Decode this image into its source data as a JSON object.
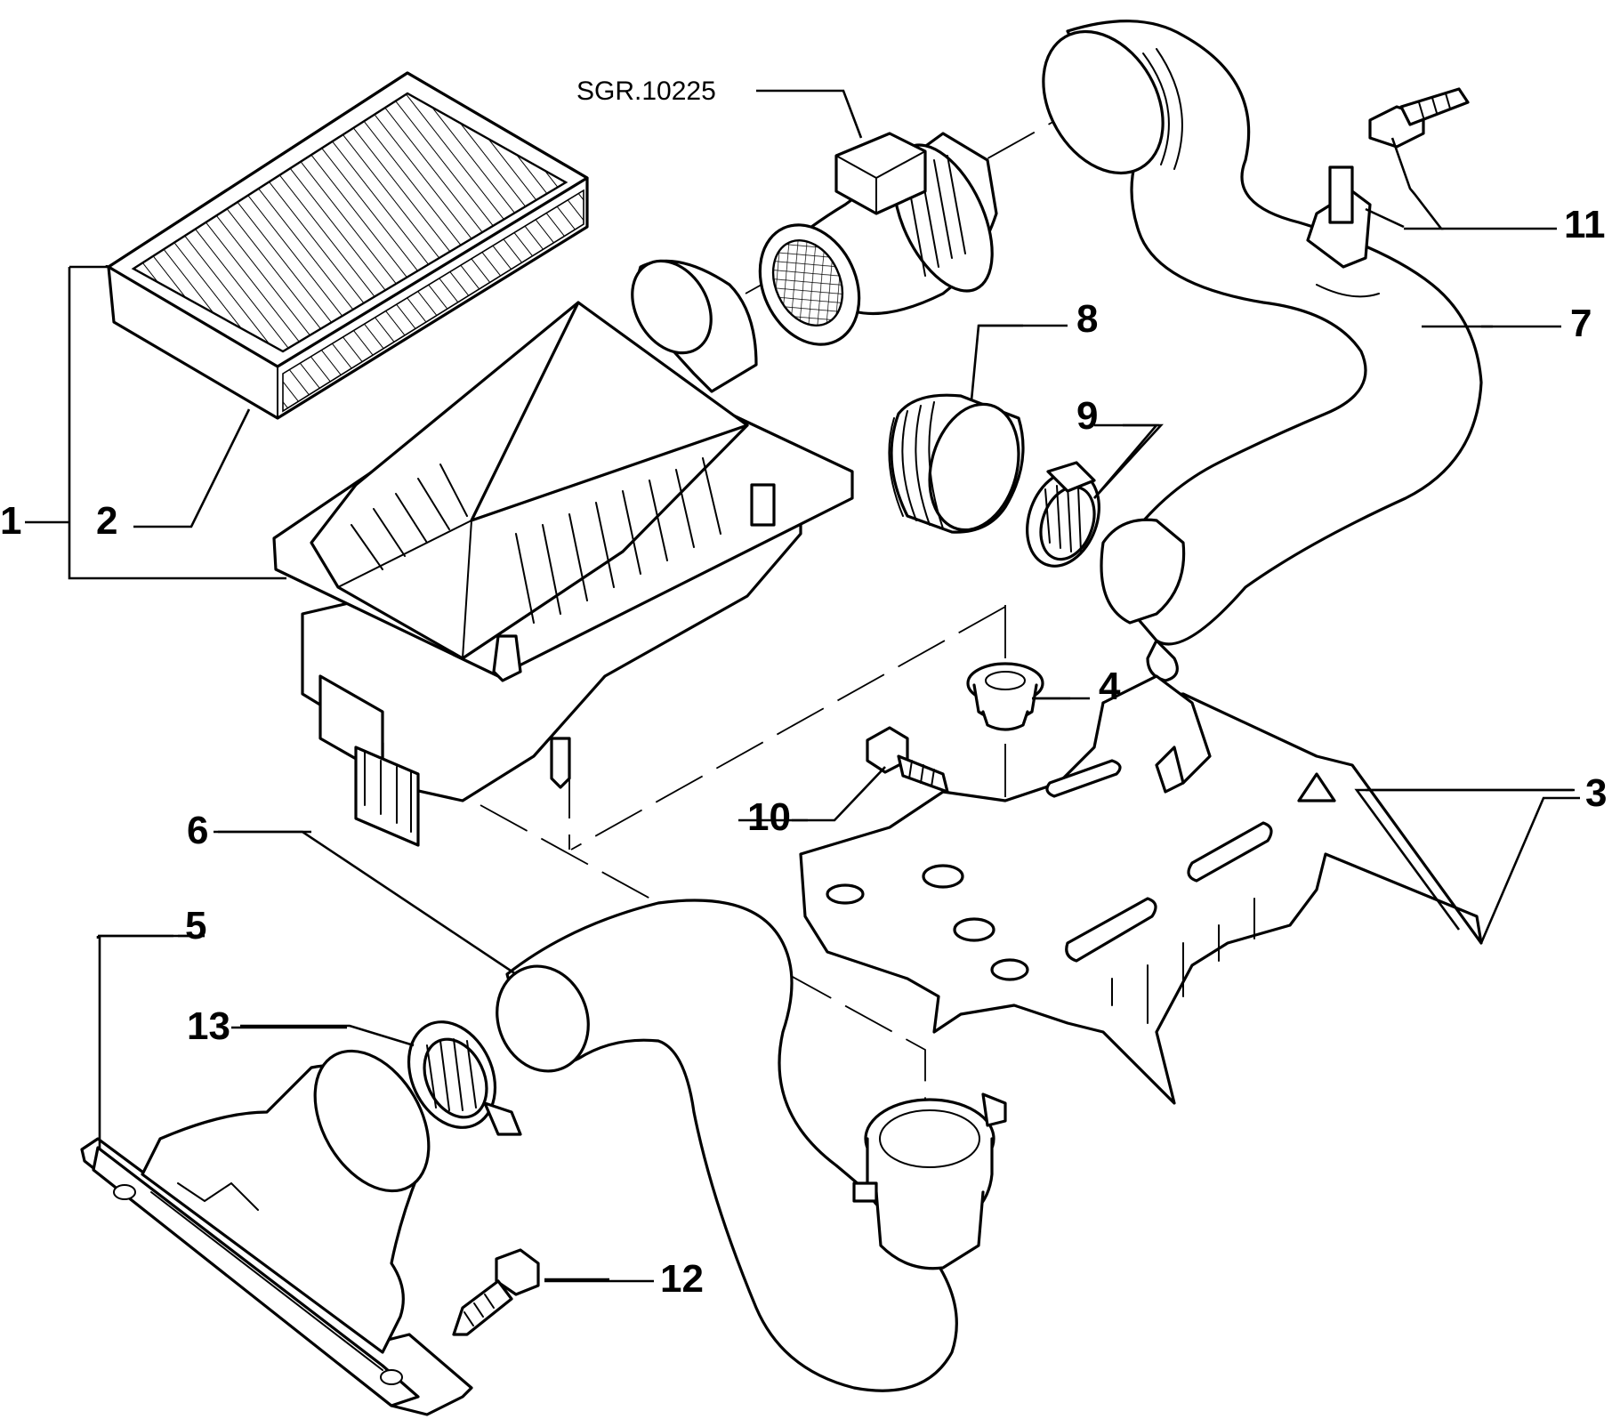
{
  "diagram": {
    "reference_code": "SGR.10225",
    "callouts": [
      "1",
      "2",
      "3",
      "4",
      "5",
      "6",
      "7",
      "8",
      "9",
      "10",
      "11",
      "12",
      "13"
    ]
  }
}
